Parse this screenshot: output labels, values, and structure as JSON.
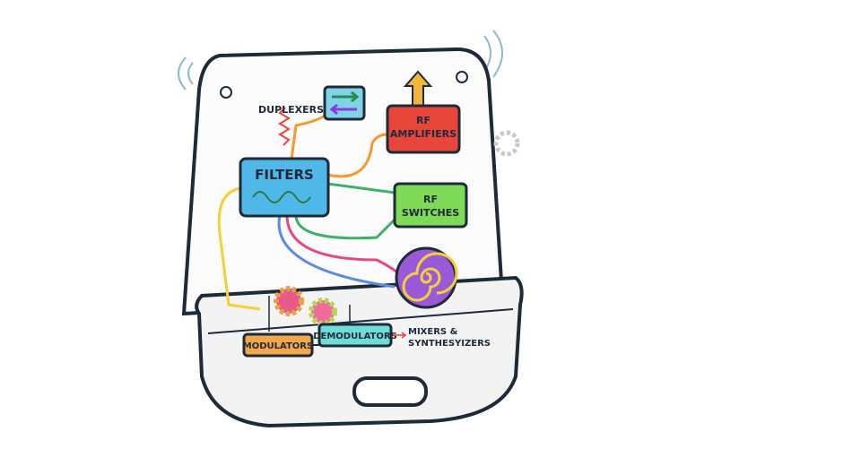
{
  "labels": {
    "duplexers": "DUPLEXERS",
    "rf_amplifiers_1": "RF",
    "rf_amplifiers_2": "AMPLIFIERS",
    "filters": "FILTERS",
    "rf_switches_1": "RF",
    "rf_switches_2": "SWITCHES",
    "modulators": "MODULATORS",
    "demodulators": "DEMODULATORS",
    "mixers_1": "MIXERS &",
    "mixers_2": "SYNTHESYIZERS"
  },
  "colors": {
    "outline": "#1e2a38",
    "duplexer_box": "#7fd3e6",
    "amplifier_box": "#e8463a",
    "filter_box": "#4fb8e8",
    "switch_box": "#7ed957",
    "modulator_box": "#f4a64a",
    "demodulator_box": "#6fdcd6"
  }
}
